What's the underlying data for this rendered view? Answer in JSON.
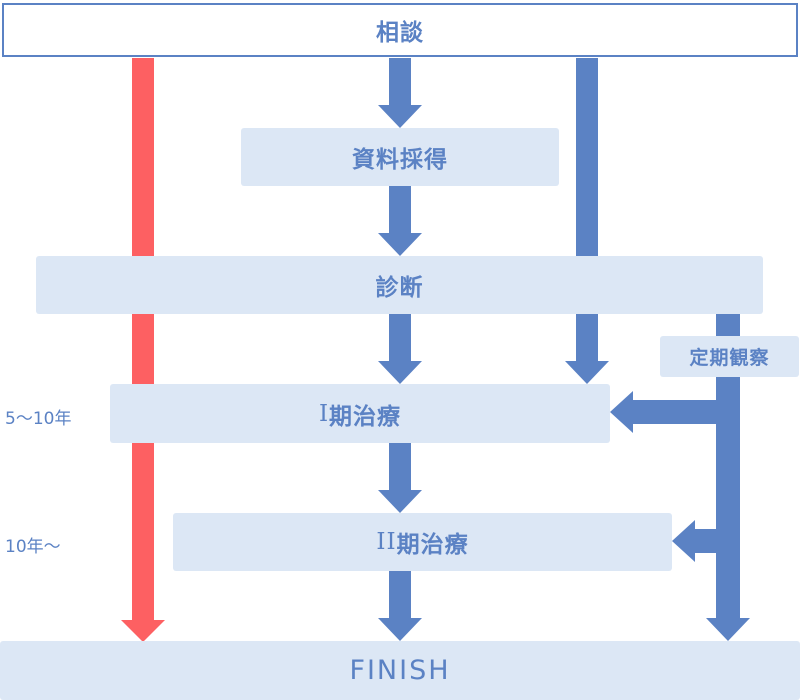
{
  "nodes": {
    "soudan": "相談",
    "shiryou": "資料採得",
    "shindan": "診断",
    "phase1_numeral": "I",
    "phase1_text": "期治療",
    "phase2_numeral": "II",
    "phase2_text": "期治療",
    "finish": "FINISH",
    "teiki": "定期観察"
  },
  "side_labels": {
    "phase1_period": "5～10年",
    "phase2_period": "10年～"
  },
  "colors": {
    "blue": "#5b82c4",
    "red": "#fd6062",
    "box_fill": "#dce7f5"
  }
}
